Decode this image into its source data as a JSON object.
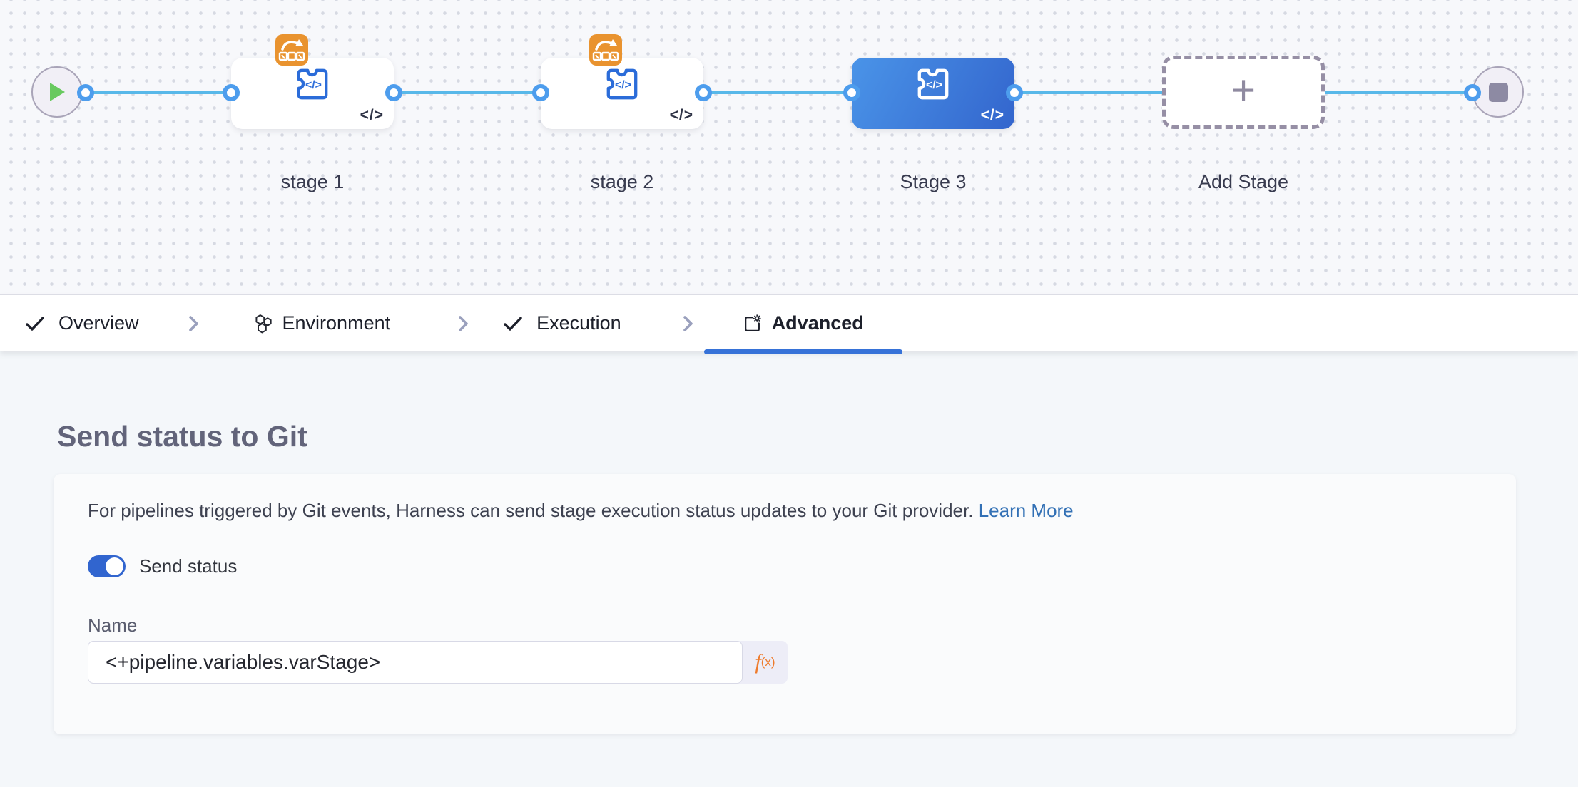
{
  "pipeline": {
    "stages": [
      {
        "label": "stage 1"
      },
      {
        "label": "stage 2"
      },
      {
        "label": "Stage 3"
      }
    ],
    "add_stage_label": "Add Stage",
    "code_glyph": "</>"
  },
  "tabs": {
    "overview": "Overview",
    "environment": "Environment",
    "execution": "Execution",
    "advanced": "Advanced"
  },
  "panel": {
    "heading": "Send status to Git",
    "description": "For pipelines triggered by Git events, Harness can send stage execution status updates to your Git provider.",
    "learn_more": "Learn More",
    "toggle_label": "Send status",
    "name_label": "Name",
    "name_value": "<+pipeline.variables.varStage>",
    "fx_f": "f",
    "fx_sub": "(x)"
  },
  "colors": {
    "accent": "#3672d8",
    "link": "#3270b5",
    "toggle_on": "#3165cf",
    "connector": "#58b8e9",
    "selected_node": "#3f82dd",
    "badge": "#e9932f"
  }
}
